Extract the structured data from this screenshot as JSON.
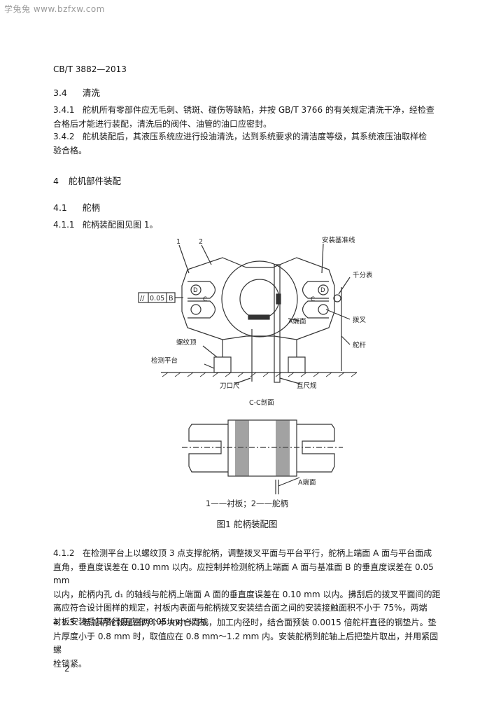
{
  "watermark": "学兔兔 www.bzfxw.com",
  "header": "CB/T 3882—2013",
  "s34": {
    "num": "3.4",
    "title": "清洗"
  },
  "p341": {
    "num": "3.4.1",
    "line1": "舵机所有零部件应无毛刺、锈斑、碰伤等缺陷，并按 GB/T 3766 的有关规定清洗干净，经检查",
    "line2": "合格后才能进行装配，清洗后的阀件、油管的油口应密封。"
  },
  "p342": {
    "num": "3.4.2",
    "line1": "舵机装配后，其液压系统应进行投油清洗，达到系统要求的清洁度等级，其系统液压油取样检",
    "line2": "验合格。"
  },
  "s4": {
    "num": "4",
    "title": "舵机部件装配"
  },
  "s41": {
    "num": "4.1",
    "title": "舵柄"
  },
  "p411": {
    "num": "4.1.1",
    "text": "舵柄装配图见图 1。"
  },
  "figure": {
    "label_1": "1",
    "label_2": "2",
    "install_line": "安装基准线",
    "dial_gauge": "千分表",
    "fork": "拨叉",
    "rudder_stock": "舵杆",
    "screw_jack": "螺纹顶",
    "test_platform": "检测平台",
    "knife_edge_ruler": "刀口尺",
    "square_ruler": "直尺规",
    "a_end_face": "A端面",
    "tolerance_sym": "//",
    "tolerance_val": "0.05",
    "datum": "B",
    "mark_d": "D",
    "mark_c": "C",
    "section_title": "C-C剖面",
    "section_a": "A端面"
  },
  "legend": "1——衬板；2——舵柄",
  "caption": "图1   舵柄装配图",
  "p412": {
    "num": "4.1.2",
    "lines": [
      "在检测平台上以螺纹顶 3 点支撑舵柄，调整拨叉平面与平台平行，舵柄上端面 A 面与平台面成",
      "直角，垂直度误差在 0.10 mm 以内。应控制并检测舵柄上端面 A 面与基准面 B 的垂直度误差在 0.05 mm",
      "以内，舵柄内孔 d₁ 的轴线与舵柄上端面 A 面的垂直度误差在 0.10 mm 以内。拂刮后的拨叉平面间的距",
      "离应符合设计图样的规定，衬板内表面与舵柄拨叉安装结合面之间的安装接触面积不小于 75%，两端",
      "衬板安装后其平行度应在 0.05 mm 以内。"
    ]
  },
  "p413": {
    "num": "4.1.3",
    "lines": [
      "若舵柄轮毂是由两个半块对合而成，加工内径时，结合面预装 0.0015 倍舵杆直径的钢垫片。垫",
      "片厚度小于 0.8 mm 时，取值应在 0.8 mm～1.2 mm 内。安装舵柄到舵轴上后把垫片取出，并用紧固螺",
      "栓锁紧。"
    ]
  },
  "page_number": "2"
}
